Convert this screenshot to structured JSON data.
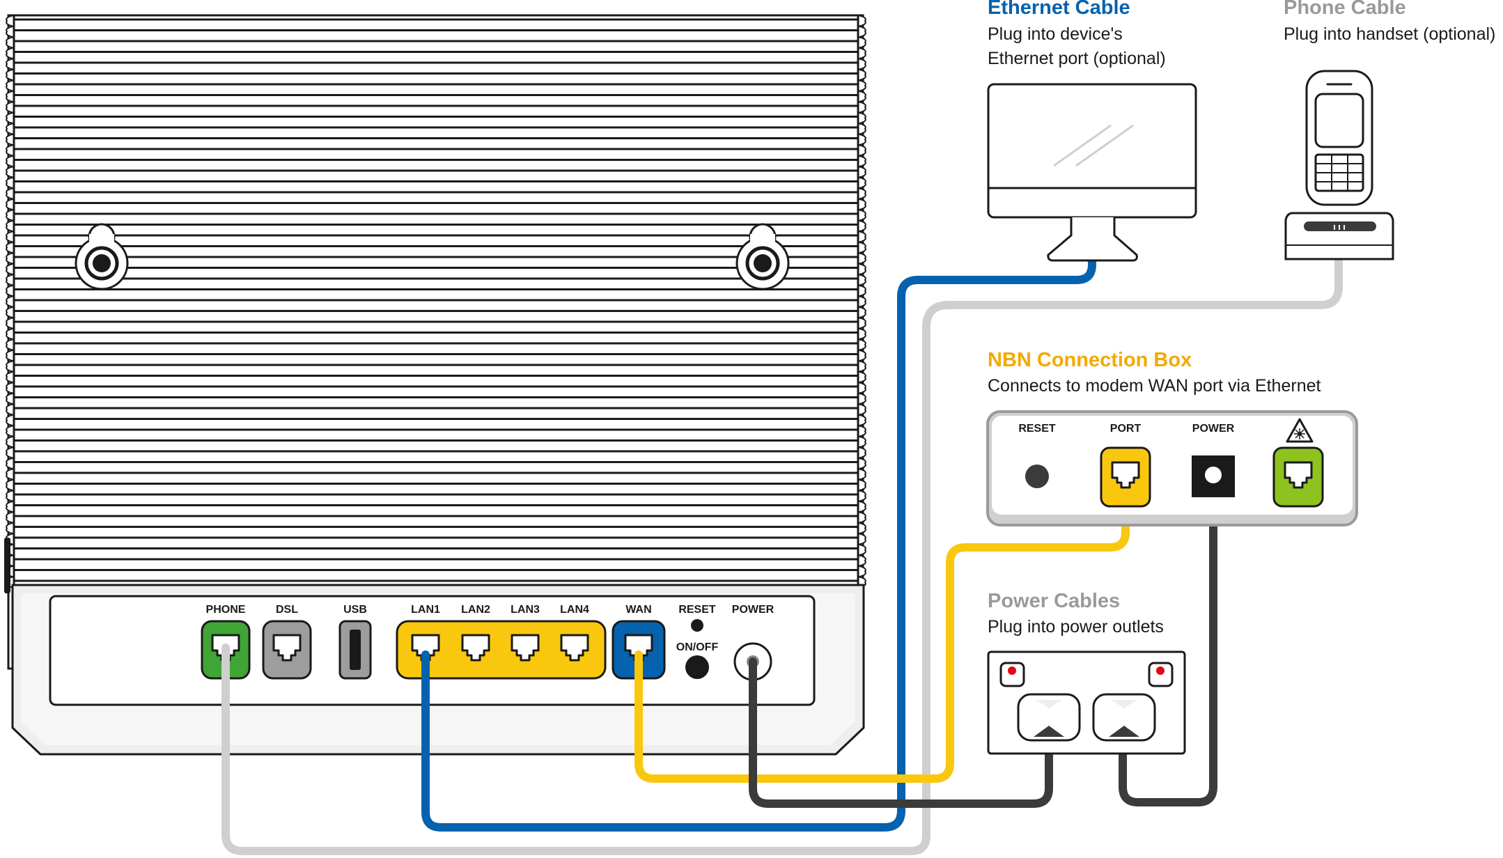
{
  "colors": {
    "blue": "#0462ae",
    "yellow": "#f9c80e",
    "grey": "#cfcfcf",
    "dark": "#3b3b3b",
    "green": "#3fa535",
    "lime": "#8ec21f",
    "title_orange": "#f2a900",
    "title_grey": "#9a9a9a"
  },
  "modem": {
    "ports": {
      "phone": "PHONE",
      "dsl": "DSL",
      "usb": "USB",
      "lan1": "LAN1",
      "lan2": "LAN2",
      "lan3": "LAN3",
      "lan4": "LAN4",
      "wan": "WAN",
      "reset": "RESET",
      "onoff": "ON/OFF",
      "power": "POWER"
    }
  },
  "ethernet_cable": {
    "title": "Ethernet Cable",
    "line1": "Plug into device's",
    "line2": "Ethernet port (optional)"
  },
  "phone_cable": {
    "title": "Phone Cable",
    "line1": "Plug into handset (optional)"
  },
  "nbn_box": {
    "title": "NBN Connection Box",
    "desc": "Connects to modem WAN port via Ethernet",
    "reset": "RESET",
    "port": "PORT",
    "power": "POWER"
  },
  "power_cables": {
    "title": "Power Cables",
    "desc": "Plug into power outlets"
  },
  "icons": [
    "laser-warning-icon",
    "computer-monitor-icon",
    "cordless-phone-icon",
    "power-outlet-icon"
  ]
}
